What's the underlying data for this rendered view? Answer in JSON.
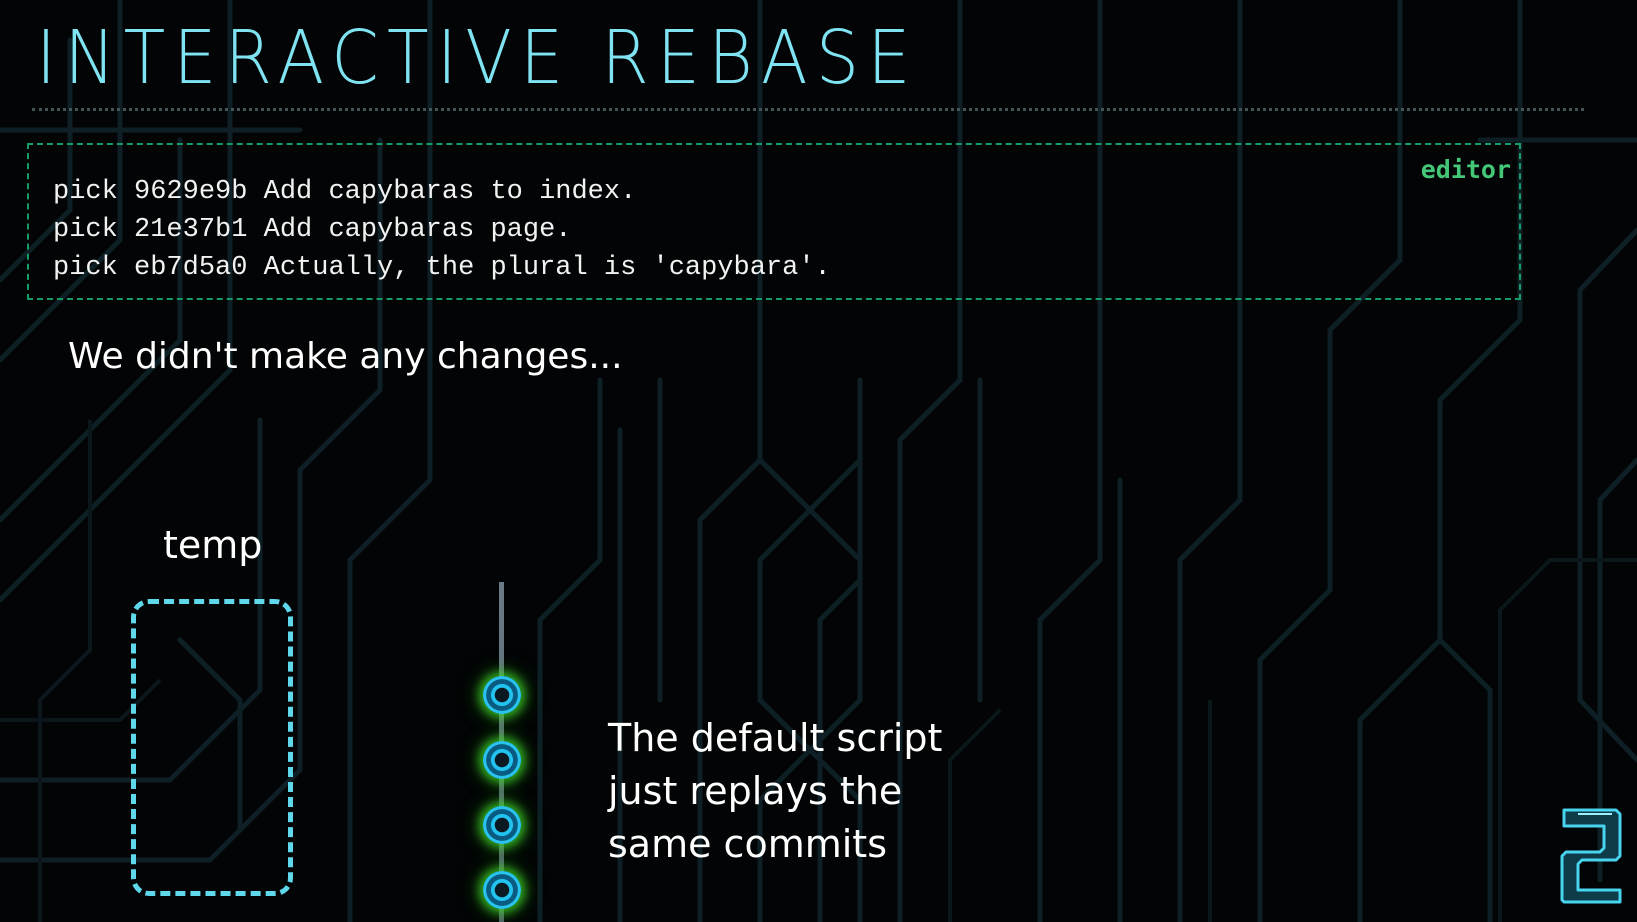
{
  "slide": {
    "title": "INTERACTIVE REBASE",
    "editor": {
      "label": "editor",
      "lines": [
        "pick 9629e9b Add capybaras to index.",
        "pick 21e37b1 Add capybaras page.",
        "pick eb7d5a0 Actually, the plural is 'capybara'."
      ]
    },
    "note": "We didn't make any changes...",
    "temp_label": "temp",
    "caption_lines": [
      "The default script",
      "just replays the",
      "same commits"
    ],
    "commit_count": 4
  },
  "colors": {
    "title": "#7fe3f2",
    "editor_border": "#169c66",
    "editor_label": "#44c877",
    "temp_box": "#5fd8ec",
    "commit_glow": "#40dc28"
  },
  "icons": {
    "logo": "level-2-logo-icon",
    "commit": "commit-node-icon"
  }
}
